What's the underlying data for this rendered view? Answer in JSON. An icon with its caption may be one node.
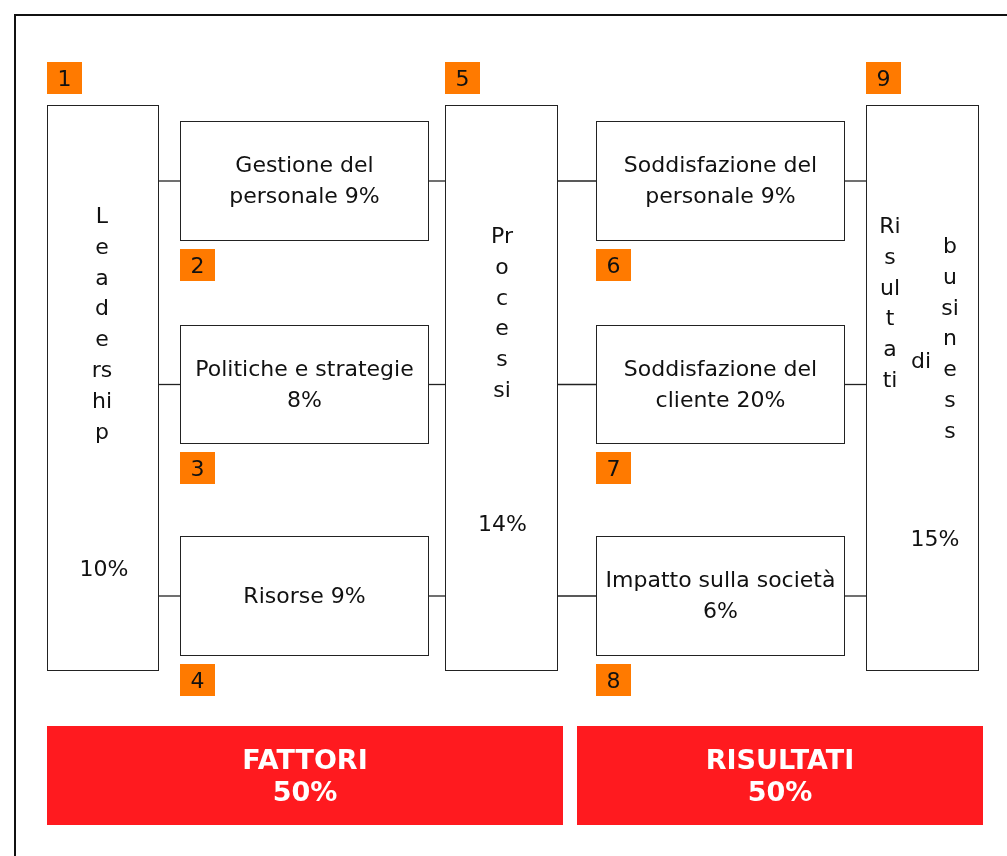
{
  "diagram": {
    "nodes": [
      {
        "text": [
          "Leadership",
          "10%"
        ],
        "beside": [
          "1"
        ]
      },
      {
        "text": [
          "Gestione del personale 9%"
        ],
        "beside": [
          "2"
        ]
      },
      {
        "text": [
          "Politiche e strategie 8%"
        ],
        "beside": [
          "3"
        ]
      },
      {
        "text": [
          "Risorse 9%"
        ],
        "beside": [
          "4"
        ]
      },
      {
        "text": [
          "Processi",
          "14%"
        ],
        "beside": [
          "5"
        ]
      },
      {
        "text": [
          "Soddisfazione del personale 9%"
        ],
        "beside": [
          "6"
        ]
      },
      {
        "text": [
          "Soddisfazione del cliente 20%"
        ],
        "beside": [
          "7"
        ]
      },
      {
        "text": [
          "Impatto sulla società 6%"
        ],
        "beside": [
          "8"
        ]
      },
      {
        "text": [
          "Risultati",
          "di",
          "business",
          "15%"
        ],
        "beside": [
          "9"
        ]
      },
      {
        "text": [
          "FATTORI 50%"
        ]
      },
      {
        "text": [
          "RISULTATI 50%"
        ]
      }
    ],
    "edges": [
      {
        "from": 0,
        "to": 1,
        "arrow": "none"
      },
      {
        "from": 0,
        "to": 2,
        "arrow": "none"
      },
      {
        "from": 0,
        "to": 3,
        "arrow": "none"
      },
      {
        "from": 1,
        "to": 4,
        "arrow": "none"
      },
      {
        "from": 2,
        "to": 4,
        "arrow": "none"
      },
      {
        "from": 3,
        "to": 4,
        "arrow": "none"
      },
      {
        "from": 4,
        "to": 5,
        "arrow": "none"
      },
      {
        "from": 4,
        "to": 6,
        "arrow": "none"
      },
      {
        "from": 4,
        "to": 7,
        "arrow": "none"
      },
      {
        "from": 5,
        "to": 8,
        "arrow": "none"
      },
      {
        "from": 6,
        "to": 8,
        "arrow": "none"
      },
      {
        "from": 7,
        "to": 8,
        "arrow": "none"
      }
    ]
  }
}
